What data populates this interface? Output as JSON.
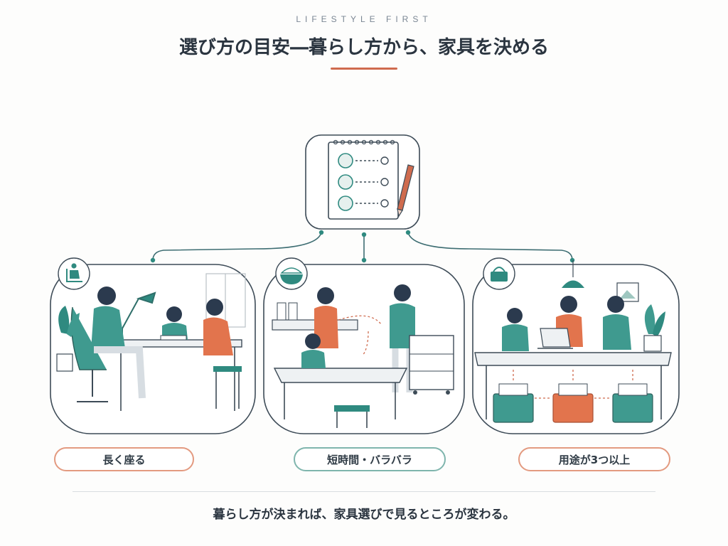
{
  "header": {
    "eyebrow": "LIFESTYLE FIRST",
    "title": "選び方の目安―暮らし方から、家具を決める"
  },
  "scenes": [
    {
      "label": "長く座る",
      "icon": "chair-icon"
    },
    {
      "label": "短時間・バラバラ",
      "icon": "rice-bowl-icon"
    },
    {
      "label": "用途が3つ以上",
      "icon": "storage-box-icon"
    }
  ],
  "footer": {
    "text": "暮らし方が決まれば、家具選びで見るところが変わる。"
  },
  "colors": {
    "accent_orange": "#cf6b4e",
    "accent_teal": "#2f8a80",
    "line": "#3d4b57"
  }
}
